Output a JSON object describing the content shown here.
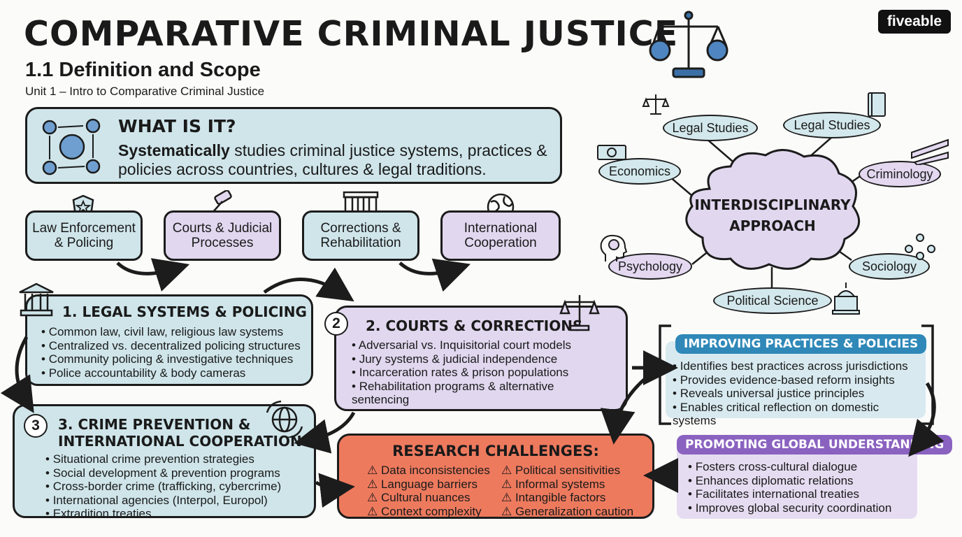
{
  "header": {
    "title": "COMPARATIVE CRIMINAL JUSTICE",
    "subtitle": "1.1 Definition and Scope",
    "unit": "Unit 1 – Intro to Comparative Criminal Justice",
    "logo": "fiveable"
  },
  "what_is_it": {
    "heading": "WHAT IS IT?",
    "lead": "Systematically",
    "body": " studies criminal justice systems, practices & policies across countries, cultures & legal traditions."
  },
  "flow": [
    {
      "label": "Law Enforcement & Policing",
      "icon": "badge-icon"
    },
    {
      "label": "Courts & Judicial Processes",
      "icon": "gavel-icon"
    },
    {
      "label": "Corrections & Rehabilitation",
      "icon": "prison-icon"
    },
    {
      "label": "International Cooperation",
      "icon": "globe-icon"
    }
  ],
  "section1": {
    "heading": "1. LEGAL SYSTEMS & POLICING",
    "items": [
      "Common law, civil law, religious law systems",
      "Centralized vs. decentralized policing structures",
      "Community policing & investigative techniques",
      "Police accountability & body cameras"
    ]
  },
  "section2": {
    "number": "2",
    "heading": "2. COURTS & CORRECTIONS",
    "items": [
      "Adversarial vs. Inquisitorial court models",
      "Jury systems & judicial independence",
      "Incarceration rates & prison populations",
      "Rehabilitation programs & alternative sentencing"
    ]
  },
  "section3": {
    "number": "3",
    "heading_line1": "3. CRIME PREVENTION &",
    "heading_line2": "INTERNATIONAL COOPERATION",
    "items": [
      "Situational crime prevention strategies",
      "Social development & prevention programs",
      "Cross-border crime (trafficking, cybercrime)",
      "International agencies (Interpol, Europol)",
      "Extradition treaties"
    ]
  },
  "research": {
    "heading": "RESEARCH CHALLENGES:",
    "left": [
      "⚠ Data inconsistencies",
      "⚠ Language barriers",
      "⚠ Cultural nuances",
      "⚠ Context complexity"
    ],
    "right": [
      "⚠ Political sensitivities",
      "⚠ Informal systems",
      "⚠ Intangible factors",
      "⚠ Generalization caution"
    ]
  },
  "improving": {
    "heading": "IMPROVING PRACTICES & POLICIES",
    "items": [
      "Identifies best practices across jurisdictions",
      "Provides evidence-based reform insights",
      "Reveals universal justice principles",
      "Enables critical reflection on domestic systems"
    ]
  },
  "promoting": {
    "heading": "PROMOTING GLOBAL UNDERSTANDING",
    "items": [
      "Fosters cross-cultural dialogue",
      "Enhances diplomatic relations",
      "Facilitates international treaties",
      "Improves global security coordination"
    ]
  },
  "interdisciplinary": {
    "center_line1": "INTERDISCIPLINARY",
    "center_line2": "APPROACH",
    "nodes": [
      "Legal Studies",
      "Legal Studies",
      "Economics",
      "Criminology",
      "Psychology",
      "Sociology",
      "Political Science"
    ]
  },
  "colors": {
    "blue": "#cfe5ea",
    "purple": "#e1d7ef",
    "orange": "#ee7a5e",
    "head_blue": "#2f88b8",
    "head_purple": "#8a62c0"
  }
}
